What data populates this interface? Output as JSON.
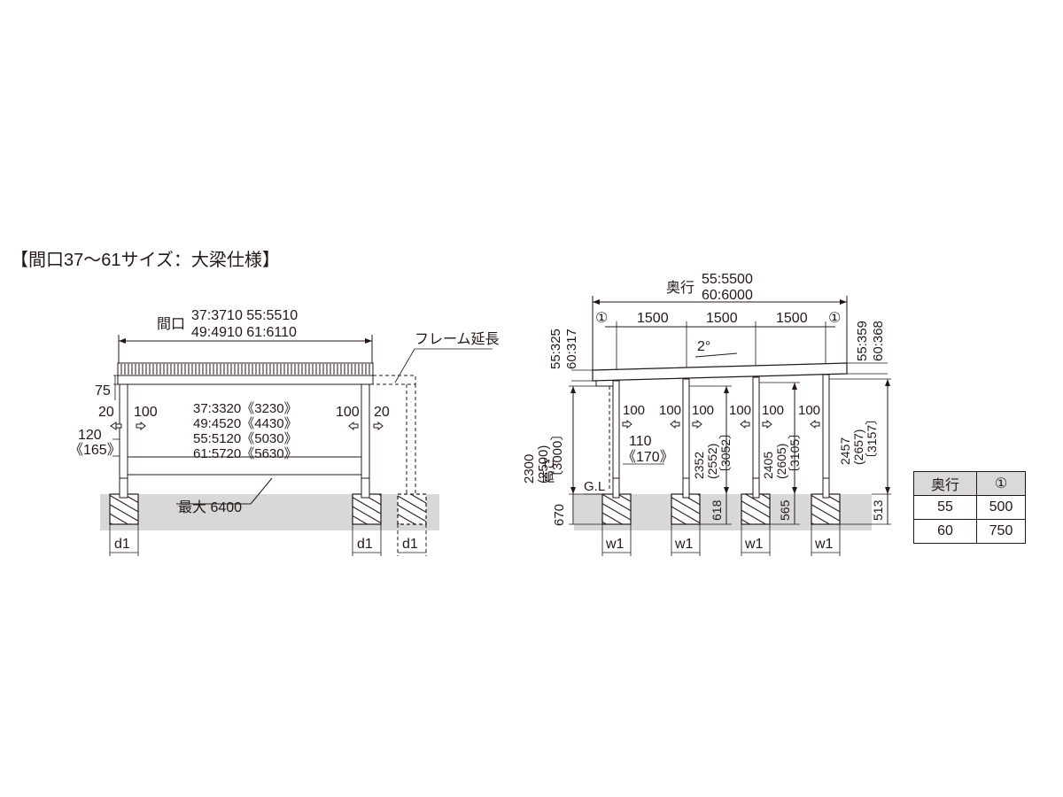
{
  "title": "【間口37〜61サイズ：大梁仕様】",
  "front": {
    "width_label": "間口",
    "width_values": [
      "37:3710  55:5510",
      "49:4910  61:6110"
    ],
    "frame_extension": "フレーム延長",
    "beam_height": "75",
    "left_offset": "20",
    "left_arrow_value": "100",
    "right_arrow_value": "100",
    "right_offset": "20",
    "inner_spans": [
      "37:3320《3230》",
      "49:4520《4430》",
      "55:5120《5030》",
      "61:5720《5630》"
    ],
    "post_offset": [
      "120",
      "《165》"
    ],
    "max_label": "最大 6400",
    "footing_labels": [
      "d1",
      "d1",
      "d1"
    ]
  },
  "side": {
    "depth_label": "奥行",
    "depth_values": [
      "55:5500",
      "60:6000"
    ],
    "circle_marker": "①",
    "spans": [
      "1500",
      "1500",
      "1500"
    ],
    "slope": "2°",
    "left_roof_thickness": [
      "55:325",
      "60:317"
    ],
    "right_roof_thickness": [
      "55:359",
      "60:368"
    ],
    "height_values": [
      "2300",
      "(2500)",
      "〔3000〕"
    ],
    "height_label": "高さ",
    "gutter_values": [
      "110",
      "《170》"
    ],
    "arrow_values": [
      "100",
      "100",
      "100",
      "100",
      "100",
      "100"
    ],
    "gl_label": "G.L",
    "embed_depth": "670",
    "post2_heights": [
      "2352",
      "(2552)",
      "〔3052〕"
    ],
    "post3_heights": [
      "2405",
      "(2605)",
      "〔3105〕"
    ],
    "post4_heights": [
      "2457",
      "(2657)",
      "〔3157〕"
    ],
    "embeds": [
      "618",
      "565",
      "513"
    ],
    "footing_labels": [
      "w1",
      "w1",
      "w1",
      "w1"
    ]
  },
  "table": {
    "headers": [
      "奥行",
      "①"
    ],
    "rows": [
      [
        "55",
        "500"
      ],
      [
        "60",
        "750"
      ]
    ]
  }
}
